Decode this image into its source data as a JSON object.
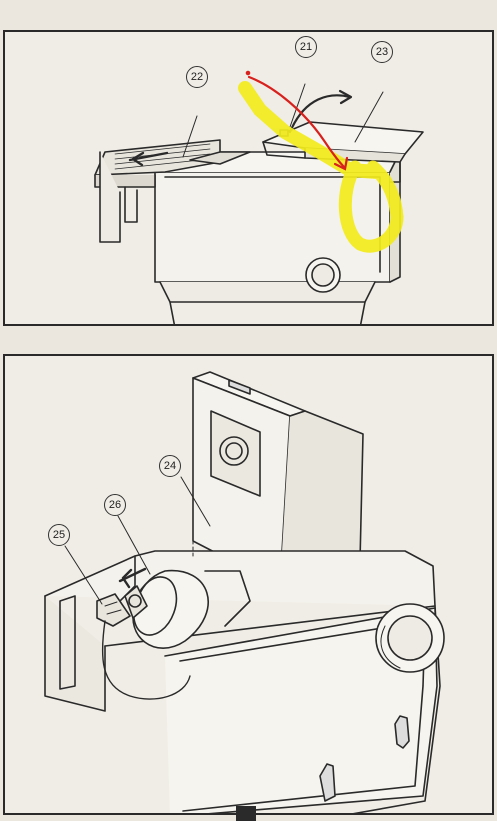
{
  "figures": [
    {
      "id": "top",
      "callouts": [
        {
          "number": "21",
          "target": "cover-latch"
        },
        {
          "number": "22",
          "target": "sliding-carrier"
        },
        {
          "number": "23",
          "target": "lamp-housing-cover"
        }
      ],
      "annotations": [
        {
          "type": "highlight",
          "color": "#f2ec1c"
        },
        {
          "type": "handwritten-arrow",
          "color": "#d8211d"
        }
      ]
    },
    {
      "id": "bottom",
      "callouts": [
        {
          "number": "24",
          "target": "lamp-housing-panel"
        },
        {
          "number": "25",
          "target": "lamp-socket"
        },
        {
          "number": "26",
          "target": "projection-lamp"
        }
      ]
    }
  ],
  "colors": {
    "paper": "#f0ede6",
    "ink": "#2a2a2a",
    "highlight": "#f2ec1c",
    "marker_red": "#d8211d"
  }
}
